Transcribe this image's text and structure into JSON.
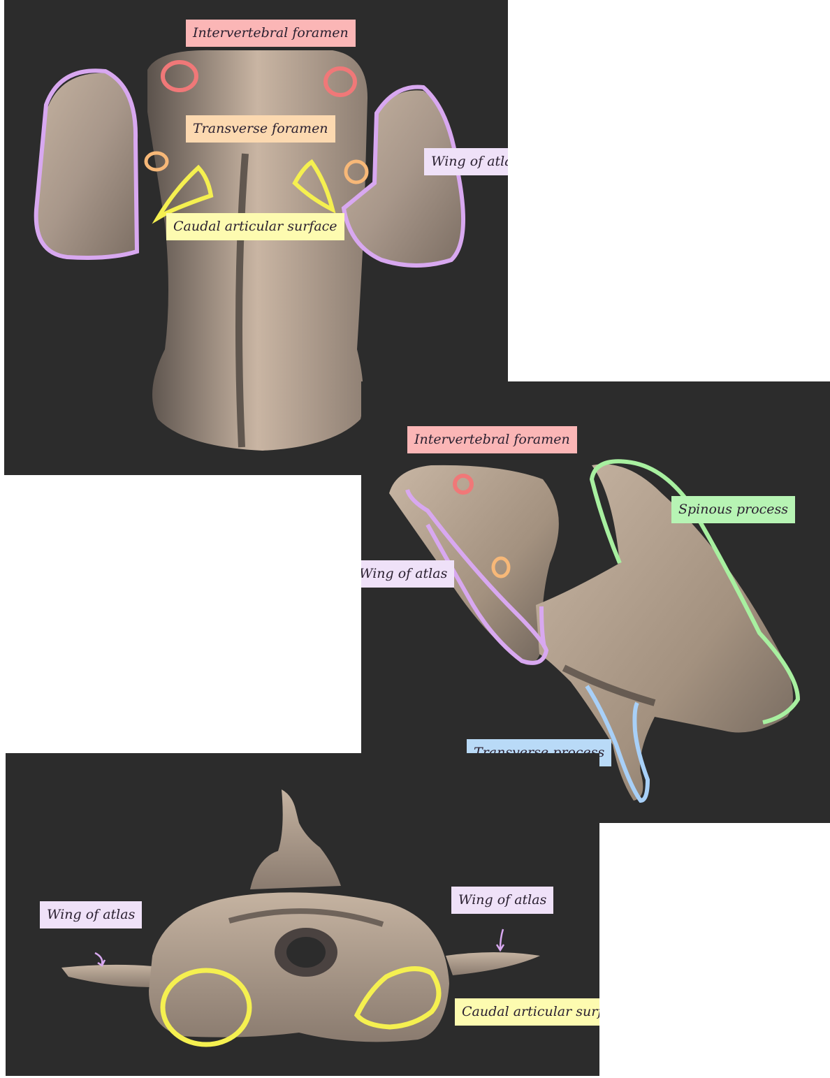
{
  "colors": {
    "background": "#2c2c2c",
    "bone": "#b09e8c",
    "intervertebral_foramen": "#f07878",
    "transverse_foramen": "#f7b878",
    "wing_of_atlas": "#d8a8f0",
    "caudal_articular_surface": "#f5f050",
    "spinous_process": "#a8f0a0",
    "transverse_process": "#a8d0f8"
  },
  "panels": {
    "top": {
      "intervertebral_foramen": "Intervertebral  foramen",
      "transverse_foramen": "Transverse foramen",
      "wing_of_atlas": "Wing of atlas",
      "caudal_articular_surface": "Caudal articular surface"
    },
    "middle": {
      "intervertebral_foramen": "Intervertebral  foramen",
      "spinous_process": "Spinous process",
      "wing_of_atlas": "Wing of atlas",
      "transverse_process": "Transverse process"
    },
    "bottom": {
      "wing_of_atlas_left": "Wing of atlas",
      "wing_of_atlas_right": "Wing of atlas",
      "caudal_articular_surface": "Caudal articular surface"
    }
  }
}
